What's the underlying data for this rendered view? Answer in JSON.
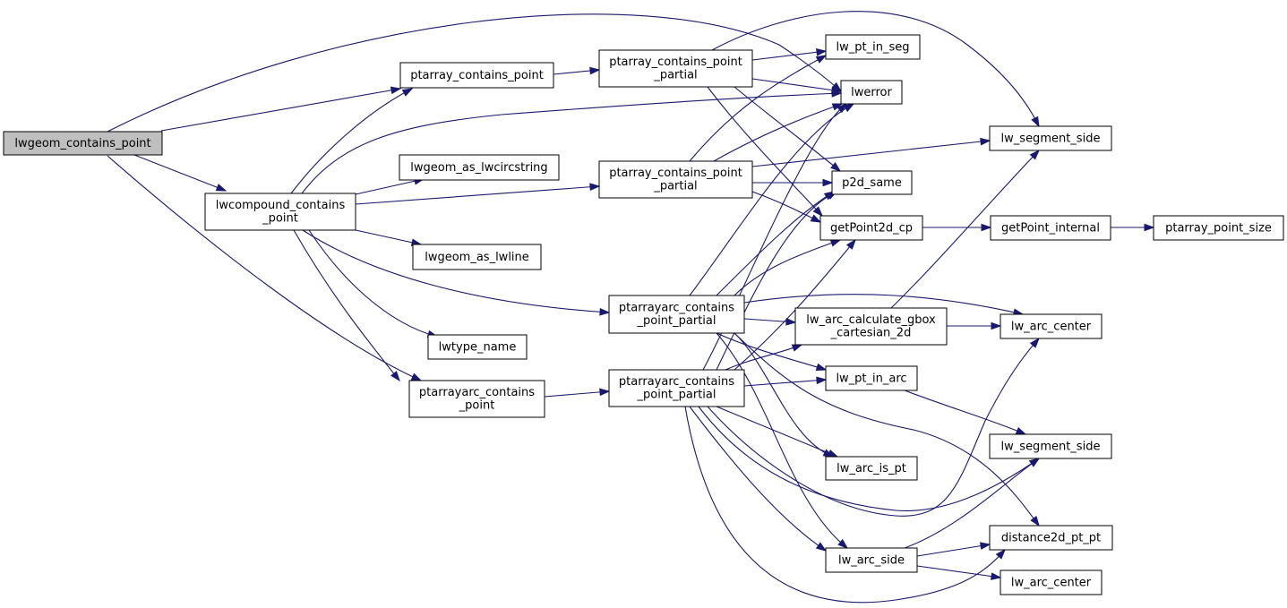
{
  "diagram": {
    "nodes": [
      {
        "id": "root",
        "lines": [
          "lwgeom_contains_point"
        ]
      },
      {
        "id": "ptarray_contains_point",
        "lines": [
          "ptarray_contains_point"
        ]
      },
      {
        "id": "lwcompound_contains_point",
        "lines": [
          "lwcompound_contains",
          "_point"
        ]
      },
      {
        "id": "lwgeom_as_lwcircstring",
        "lines": [
          "lwgeom_as_lwcircstring"
        ]
      },
      {
        "id": "lwgeom_as_lwline",
        "lines": [
          "lwgeom_as_lwline"
        ]
      },
      {
        "id": "lwtype_name",
        "lines": [
          "lwtype_name"
        ]
      },
      {
        "id": "ptarrayarc_contains_point",
        "lines": [
          "ptarrayarc_contains",
          "_point"
        ]
      },
      {
        "id": "ptarray_cpp_a",
        "lines": [
          "ptarray_contains_point",
          "_partial"
        ]
      },
      {
        "id": "ptarray_cpp_b",
        "lines": [
          "ptarray_contains_point",
          "_partial"
        ]
      },
      {
        "id": "ptarrayarc_cpp_a",
        "lines": [
          "ptarrayarc_contains",
          "_point_partial"
        ]
      },
      {
        "id": "ptarrayarc_cpp_b",
        "lines": [
          "ptarrayarc_contains",
          "_point_partial"
        ]
      },
      {
        "id": "lw_pt_in_seg",
        "lines": [
          "lw_pt_in_seg"
        ]
      },
      {
        "id": "lwerror",
        "lines": [
          "lwerror"
        ]
      },
      {
        "id": "p2d_same",
        "lines": [
          "p2d_same"
        ]
      },
      {
        "id": "getPoint2d_cp",
        "lines": [
          "getPoint2d_cp"
        ]
      },
      {
        "id": "lw_arc_calculate_gbox",
        "lines": [
          "lw_arc_calculate_gbox",
          "_cartesian_2d"
        ]
      },
      {
        "id": "lw_pt_in_arc",
        "lines": [
          "lw_pt_in_arc"
        ]
      },
      {
        "id": "lw_arc_is_pt",
        "lines": [
          "lw_arc_is_pt"
        ]
      },
      {
        "id": "lw_arc_side",
        "lines": [
          "lw_arc_side"
        ]
      },
      {
        "id": "lw_segment_side_a",
        "lines": [
          "lw_segment_side"
        ]
      },
      {
        "id": "getPoint_internal",
        "lines": [
          "getPoint_internal"
        ]
      },
      {
        "id": "ptarray_point_size",
        "lines": [
          "ptarray_point_size"
        ]
      },
      {
        "id": "lw_arc_center_a",
        "lines": [
          "lw_arc_center"
        ]
      },
      {
        "id": "lw_segment_side_b",
        "lines": [
          "lw_segment_side"
        ]
      },
      {
        "id": "distance2d_pt_pt",
        "lines": [
          "distance2d_pt_pt"
        ]
      },
      {
        "id": "lw_arc_center_b",
        "lines": [
          "lw_arc_center"
        ]
      }
    ]
  },
  "colors": {
    "edge": "#191970",
    "root_fill": "#bfbfbf",
    "node_fill": "#ffffff",
    "border": "#000000"
  }
}
